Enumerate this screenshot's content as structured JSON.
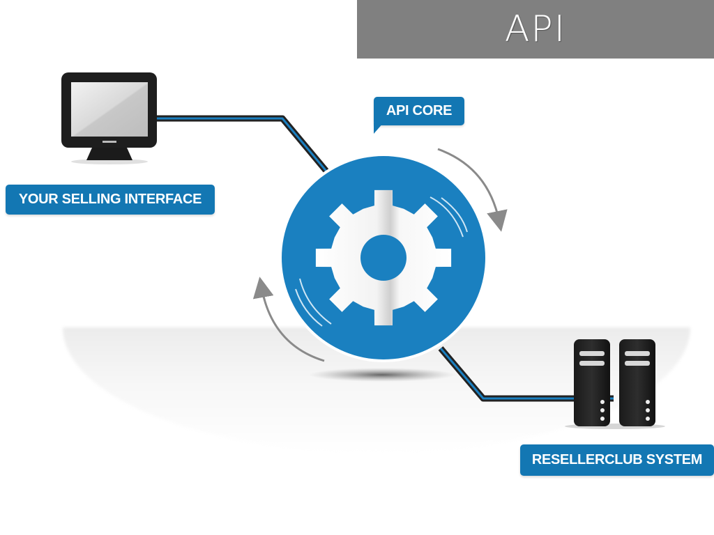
{
  "header": {
    "title": "API",
    "background_color": "#808080"
  },
  "diagram": {
    "accent_color": "#1377b3",
    "nodes": {
      "interface": {
        "label": "YOUR SELLING INTERFACE",
        "icon": "monitor-icon"
      },
      "core": {
        "label": "API CORE",
        "icon": "gear-icon"
      },
      "system": {
        "label": "RESELLERCLUB SYSTEM",
        "icon": "server-icon"
      }
    },
    "connections": [
      {
        "from": "interface",
        "to": "core"
      },
      {
        "from": "core",
        "to": "system"
      }
    ],
    "rotation_arrows": [
      "clockwise-arrow-right",
      "clockwise-arrow-left"
    ]
  }
}
